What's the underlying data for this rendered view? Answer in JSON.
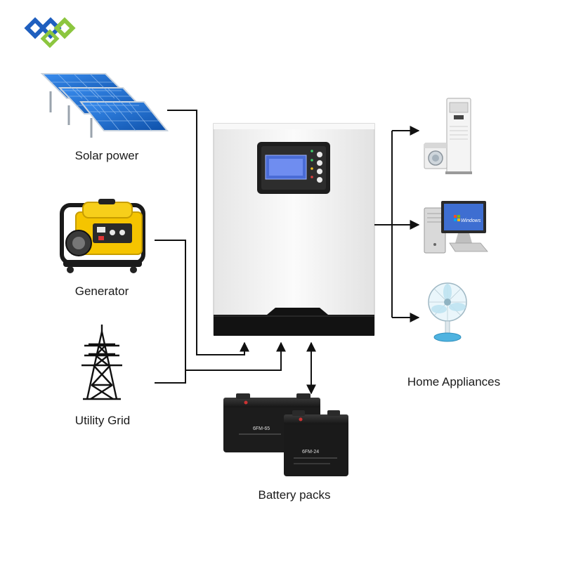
{
  "labels": {
    "solar": "Solar power",
    "generator": "Generator",
    "grid": "Utility Grid",
    "battery": "Battery packs",
    "appliances": "Home Appliances"
  },
  "battery_models": {
    "large": "6FM-65",
    "small": "6FM-24"
  },
  "appliances": [
    "air-conditioner",
    "washing-machine",
    "computer",
    "electric-fan"
  ],
  "computer_screen_text": "Windows",
  "colors": {
    "logo_blue": "#1f5fbf",
    "logo_green": "#8cc63f",
    "solar_panel": "#1e6fd0",
    "generator_yellow": "#f5c400",
    "inverter_body": "#f2f2f2",
    "inverter_base": "#111111",
    "battery": "#1c1c1c",
    "wire": "#111111"
  }
}
